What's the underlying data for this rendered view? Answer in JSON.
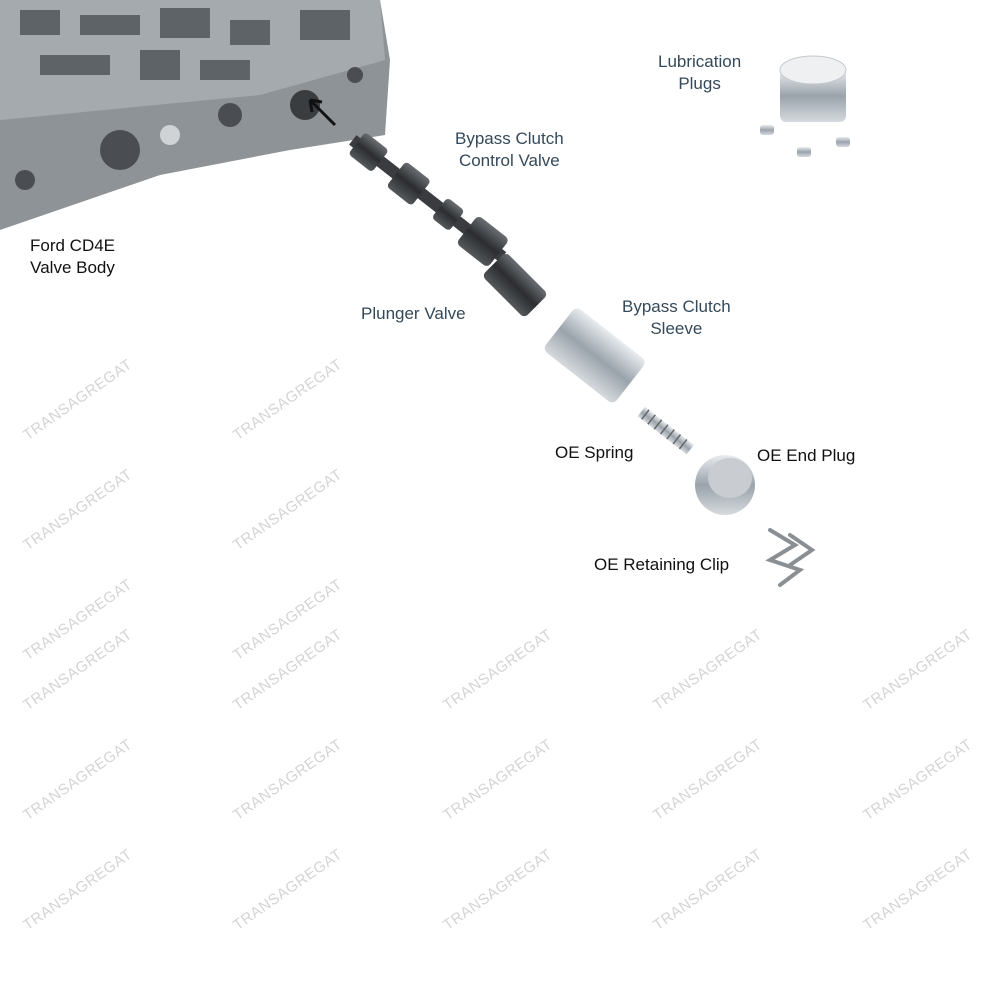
{
  "labels": {
    "valve_body": [
      "Ford CD4E",
      "Valve Body"
    ],
    "bypass_clutch_control_valve": [
      "Bypass Clutch",
      "Control Valve"
    ],
    "lubrication_plugs": [
      "Lubrication",
      "Plugs"
    ],
    "plunger_valve": "Plunger Valve",
    "bypass_clutch_sleeve": [
      "Bypass Clutch",
      "Sleeve"
    ],
    "oe_spring": "OE Spring",
    "oe_end_plug": "OE End Plug",
    "oe_retaining_clip": "OE Retaining Clip"
  },
  "watermark": "TRANSAGREGAT",
  "colors": {
    "label": "#34495a",
    "watermark": "#d4d4d4"
  }
}
